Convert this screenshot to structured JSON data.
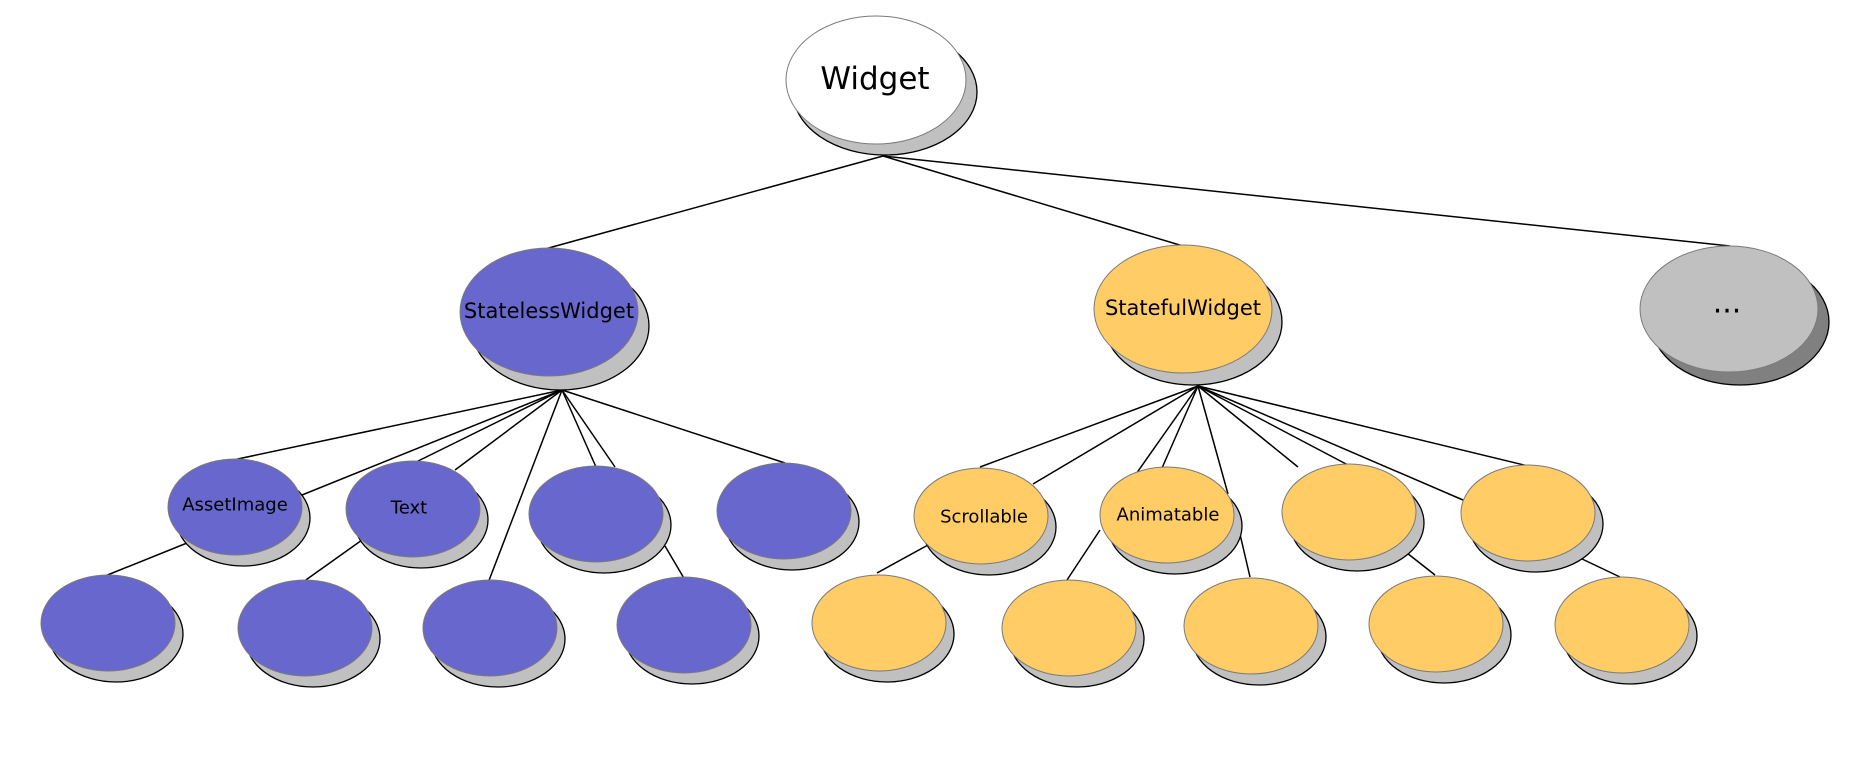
{
  "colors": {
    "root": "#ffffff",
    "stateless": "#6767cd",
    "stateful": "#ffcc66",
    "other": "#c0c0c0",
    "shadow_light": "#c0c0c0",
    "shadow_dark": "#808080"
  },
  "nodes": {
    "widget": {
      "label": "Widget"
    },
    "stateless_widget": {
      "label": "StatelessWidget"
    },
    "stateful_widget": {
      "label": "StatefulWidget"
    },
    "more": {
      "label": "..."
    },
    "asset_image": {
      "label": "AssetImage"
    },
    "text": {
      "label": "Text"
    },
    "scrollable": {
      "label": "Scrollable"
    },
    "animatable": {
      "label": "Animatable"
    }
  }
}
